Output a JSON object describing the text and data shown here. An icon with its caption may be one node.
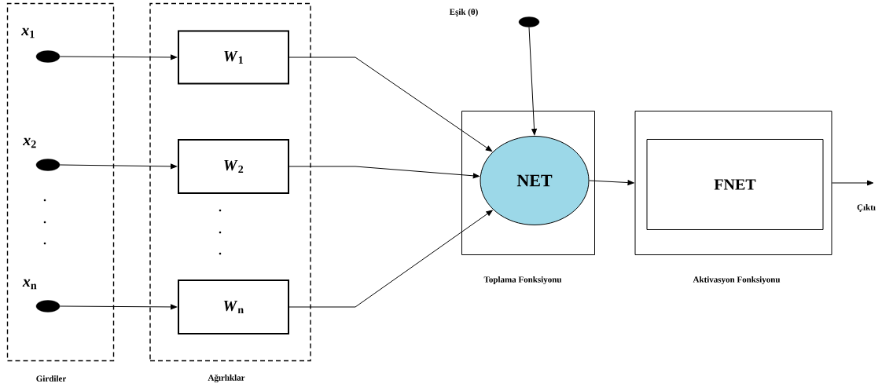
{
  "diagram": {
    "nodes": [
      {
        "text": [
          "Girdiler"
        ]
      },
      {
        "text": [
          "Ağırlıklar"
        ]
      },
      {
        "text": [],
        "shape": "circle",
        "in": 0,
        "beside": [
          "*x*$_{1}$"
        ]
      },
      {
        "text": [],
        "shape": "circle",
        "in": 0,
        "beside": [
          "*x*$_{2}$"
        ]
      },
      {
        "text": [],
        "shape": "circle",
        "in": 0,
        "beside": [
          "*x*$_{n}$"
        ]
      },
      {
        "text": [
          "*W*$_{1}$"
        ],
        "in": 1
      },
      {
        "text": [
          "*W*$_{2}$"
        ],
        "in": 1
      },
      {
        "text": [
          "*W*$_{n}$"
        ],
        "in": 1
      },
      {
        "text": [
          "Toplama Fonksiyonu"
        ]
      },
      {
        "text": [
          "NET"
        ],
        "in": 8
      },
      {
        "text": [
          "Aktivasyon Fonksiyonu"
        ]
      },
      {
        "text": [
          "FNET"
        ],
        "in": 10
      },
      {
        "text": [],
        "shape": "circle"
      }
    ],
    "labels": [
      "Eşik (θ)"
    ],
    "edges": [
      {
        "from": 2,
        "to": 5,
        "arrow": "to"
      },
      {
        "from": 3,
        "to": 6,
        "arrow": "to"
      },
      {
        "from": 4,
        "to": 7,
        "arrow": "to"
      },
      {
        "from": 5,
        "to": 9,
        "arrow": "to"
      },
      {
        "from": 6,
        "to": 9,
        "arrow": "to"
      },
      {
        "from": 7,
        "to": 9,
        "arrow": "to"
      },
      {
        "from": 12,
        "to": 9,
        "arrow": "to"
      },
      {
        "from": 9,
        "to": 10,
        "arrow": "to"
      },
      {
        "from": 10,
        "to": null,
        "arrow": "to",
        "label": "Çıktı"
      }
    ]
  }
}
